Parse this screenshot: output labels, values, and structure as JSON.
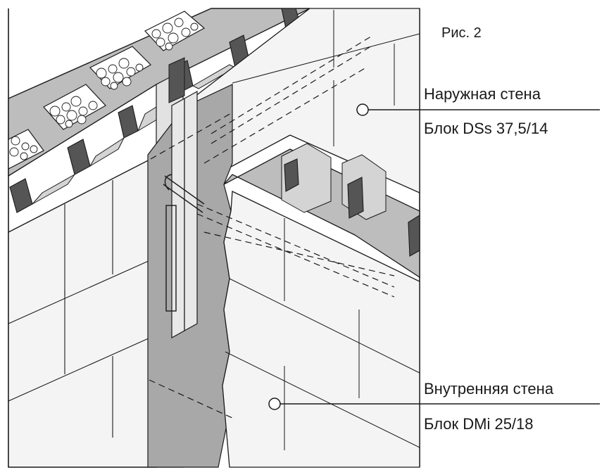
{
  "figure_label": "Рис. 2",
  "callouts": {
    "outer_wall": {
      "title": "Наружная стена",
      "block": "Блок DSs 37,5/14"
    },
    "inner_wall": {
      "title": "Внутренняя стена",
      "block": "Блок DMi 25/18"
    }
  },
  "colors": {
    "fill_light": "#d9d9d9",
    "fill_block_face": "#f4f4f4",
    "fill_dark": "#555555",
    "fill_medium": "#a8a8a8",
    "stroke": "#1a1a1a"
  }
}
